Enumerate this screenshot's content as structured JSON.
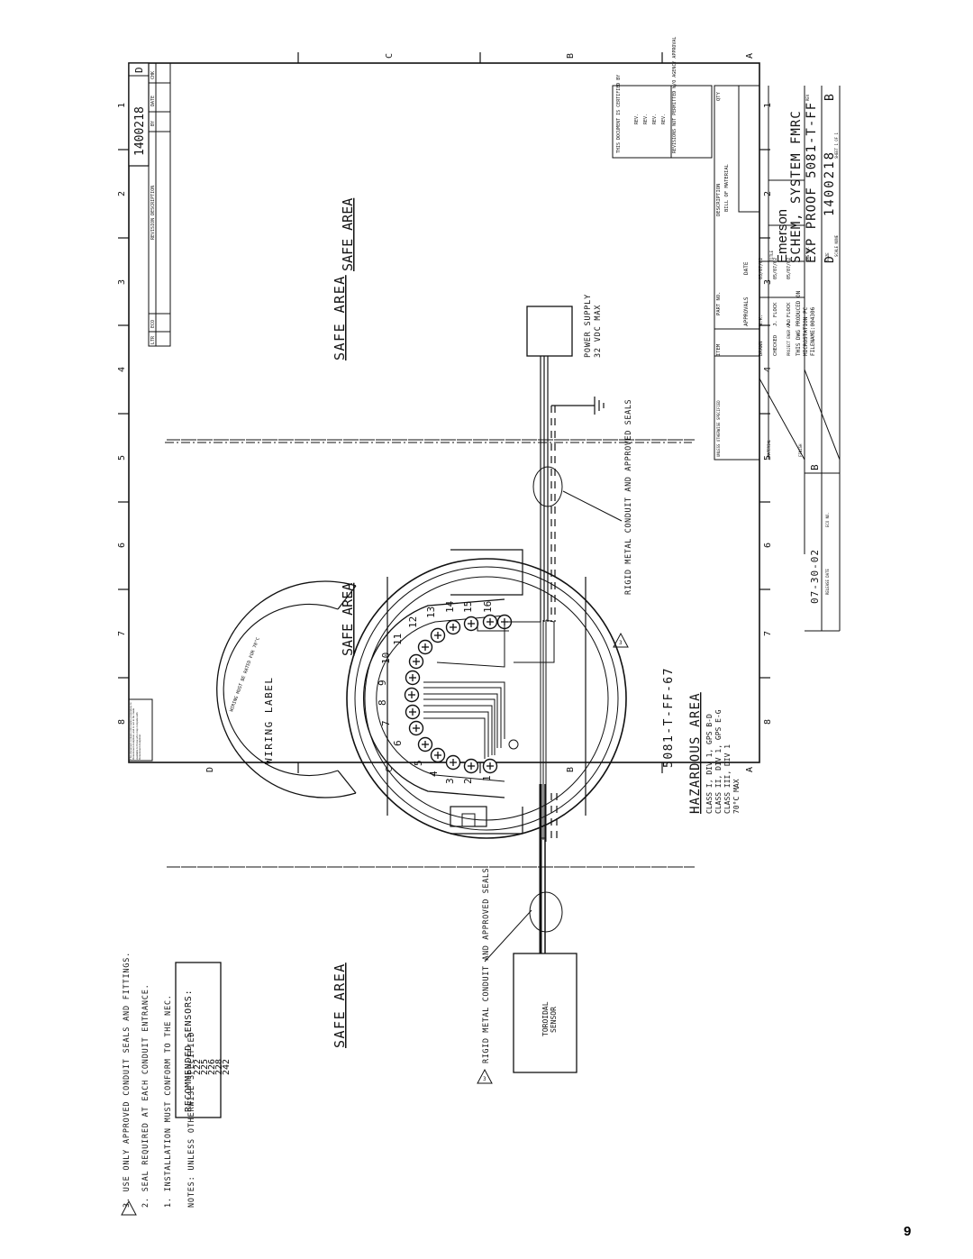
{
  "drawing": {
    "size_code": "D",
    "drawing_number": "1400218",
    "revision": "B",
    "title_line1": "SCHEM, SYSTEM FMRC",
    "title_line2": "EXP PROOF 5081-T-FF",
    "company": "Emerson",
    "release_date": "07-30-02",
    "rev_box": "B",
    "produced_on": "THIS DWG PRODUCED ON",
    "microstation": "MICROSTATION PC",
    "filename": "FILENAME:004306",
    "approvals": {
      "header_approvals": "APPROVALS",
      "header_date": "DATE",
      "drawn_label": "DRAWN",
      "drawn_by": "N.K.",
      "drawn_date": "05/07/02",
      "checked_label": "CHECKED",
      "checked_by": "J. FLOCK",
      "checked_date": "05/07/02",
      "project_label": "PROJECT ENGR APVD",
      "project_by": "J. FLOCK",
      "project_date": "05/07/02"
    },
    "bom_headers": [
      "ITEM",
      "PART NO.",
      "DESCRIPTION",
      "QTY"
    ],
    "bill_of_material": "BILL OF MATERIAL",
    "revision_headers": [
      "LTR",
      "ECO",
      "REVISION DESCRIPTION",
      "BY",
      "DATE",
      "CHK"
    ],
    "certified_text": "THIS DOCUMENT IS CERTIFIED BY",
    "rev_label": "REV.",
    "revisions_note": "REVISIONS NOT PERMITTED W/O AGENCY APPROVAL",
    "release_date_label": "RELEASE DATE",
    "eco_no_label": "ECO NO.",
    "rev_label_small": "REV",
    "finish_label": "FINISH",
    "material_label": "MATERIAL",
    "title_label": "TITLE",
    "dwg_no_label": "DWG NO.",
    "size_label": "SIZE",
    "scale_label": "SCALE NONE",
    "sheet_label": "SHEET 1 OF 1",
    "tolerance_header": "UNLESS OTHERWISE SPECIFIED"
  },
  "zones": {
    "columns": [
      "8",
      "7",
      "6",
      "5",
      "4",
      "3",
      "2",
      "1"
    ],
    "rows": [
      "A",
      "B",
      "C",
      "D"
    ]
  },
  "areas": {
    "safe_left": "SAFE AREA",
    "safe_right": "SAFE AREA",
    "hazardous": "HAZARDOUS AREA",
    "hazardous_ratings": [
      "CLASS I, DIV 1, GPS B-D",
      "CLASS II, DIV 1, GPS E-G",
      "CLASS III, DIV 1",
      "70°C MAX"
    ]
  },
  "model": "5081-T-FF-67",
  "wiring_label_title": "WIRING LABEL",
  "wiring_label_warning": "WIRING MUST BE RATED FOR 70°C",
  "terminals": [
    "1",
    "2",
    "3",
    "4",
    "5",
    "6",
    "7",
    "8",
    "9",
    "10",
    "11",
    "12",
    "13",
    "14",
    "15",
    "16"
  ],
  "conduit_note": "RIGID METAL CONDUIT AND APPROVED SEALS",
  "conduit_note_ref": "3",
  "power_supply": {
    "line1": "POWER SUPPLY",
    "line2": "32 VDC MAX"
  },
  "sensor": {
    "line1": "TOROIDAL",
    "line2": "SENSOR"
  },
  "recommended_sensors": {
    "title": "RECOMMENDED SENSORS:",
    "col1": [
      "222",
      "225",
      "226",
      "228",
      "242"
    ]
  },
  "notes": {
    "header": "NOTES: UNLESS OTHERWISE SPECIFIED",
    "items": [
      "1. INSTALLATION MUST CONFORM TO THE NEC.",
      "2. SEAL REQUIRED AT EACH CONDUIT ENTRANCE.",
      "3. USE ONLY APPROVED CONDUIT SEALS AND FITTINGS."
    ]
  },
  "proprietary_note": "This document contains information proprietary to Rosemount Analytical, and is not to be made available to those who may compete with Rosemount Analytical.",
  "page_number": "9"
}
